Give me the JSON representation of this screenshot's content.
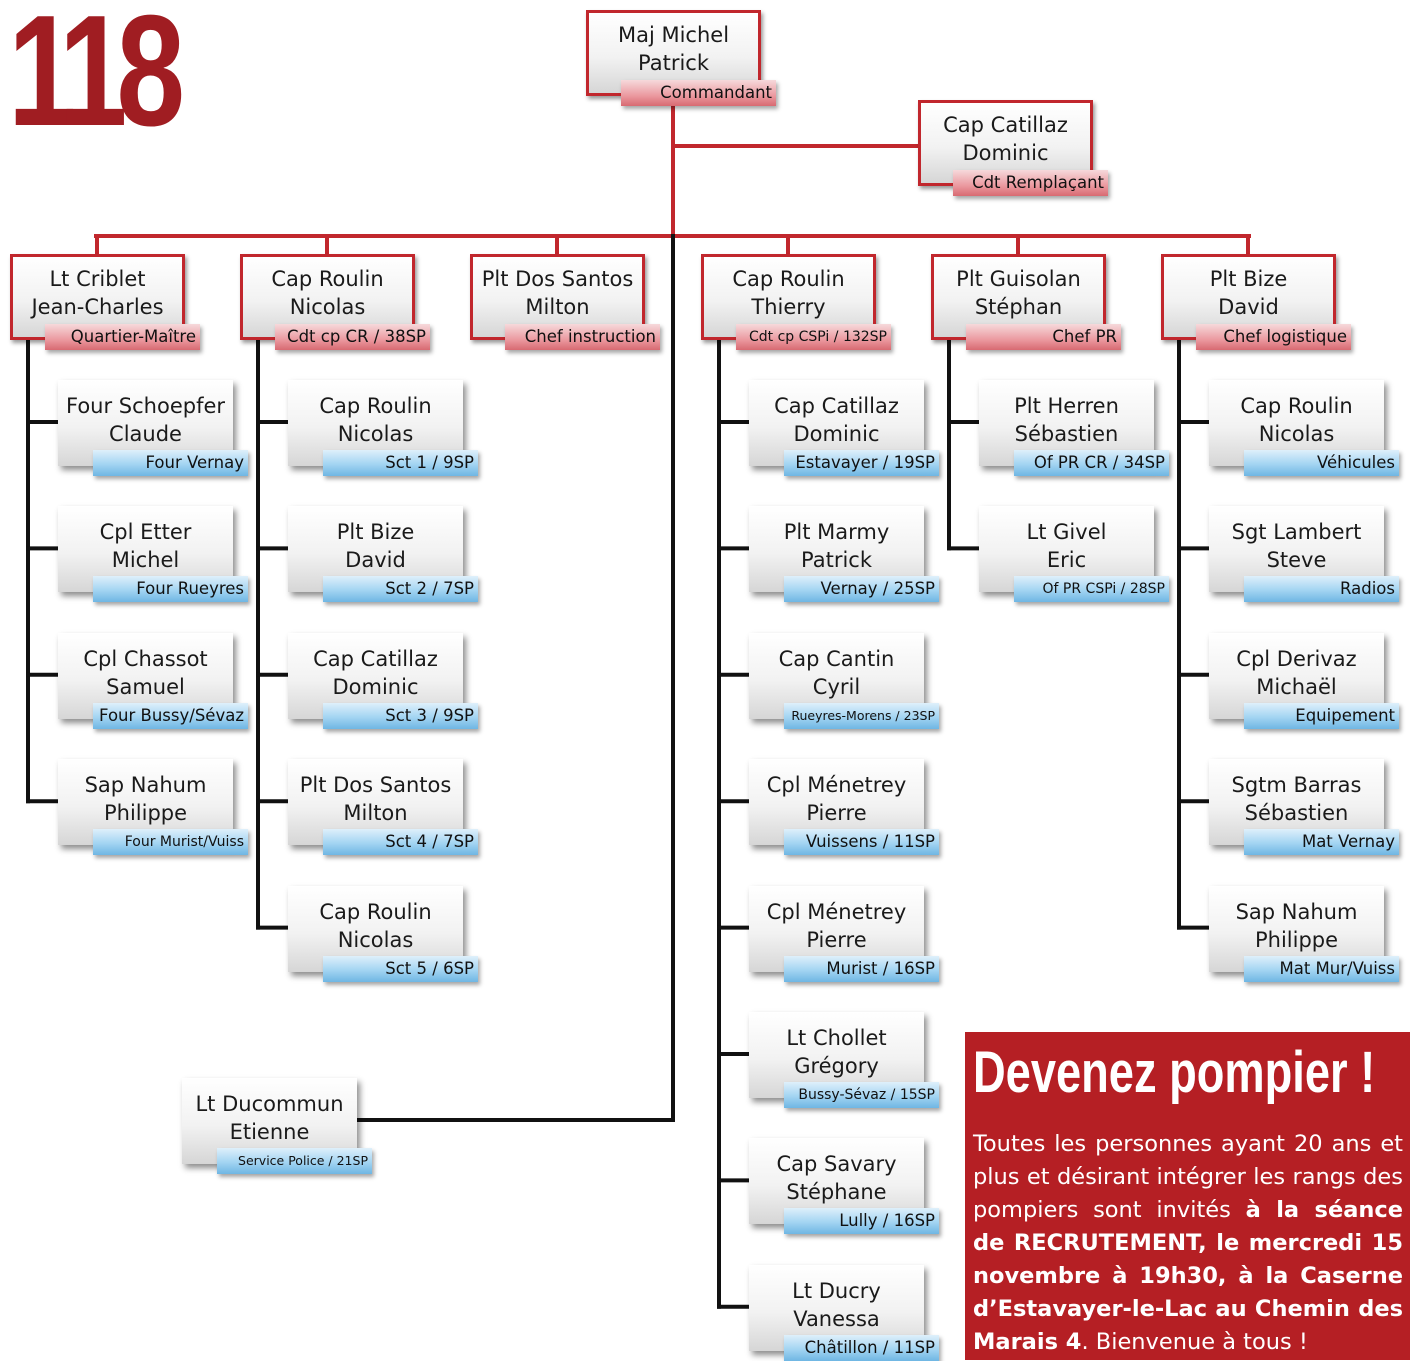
{
  "header": {
    "number": "118"
  },
  "commander": {
    "name": "Maj Michel\nPatrick",
    "role": "Commandant"
  },
  "deputy": {
    "name": "Cap Catillaz\nDominic",
    "role": "Cdt Remplaçant"
  },
  "columns": [
    {
      "head": {
        "name": "Lt Criblet\nJean-Charles",
        "role": "Quartier-Maître"
      },
      "members": [
        {
          "name": "Four Schoepfer\nClaude",
          "role": "Four Vernay"
        },
        {
          "name": "Cpl Etter\nMichel",
          "role": "Four Rueyres"
        },
        {
          "name": "Cpl Chassot\nSamuel",
          "role": "Four Bussy/Sévaz"
        },
        {
          "name": "Sap Nahum\nPhilippe",
          "role": "Four Murist/Vuiss"
        }
      ]
    },
    {
      "head": {
        "name": "Cap Roulin\nNicolas",
        "role": "Cdt cp CR / 38SP"
      },
      "members": [
        {
          "name": "Cap Roulin\nNicolas",
          "role": "Sct 1 / 9SP"
        },
        {
          "name": "Plt Bize\nDavid",
          "role": "Sct 2 / 7SP"
        },
        {
          "name": "Cap Catillaz\nDominic",
          "role": "Sct 3 / 9SP"
        },
        {
          "name": "Plt Dos Santos\nMilton",
          "role": "Sct 4 / 7SP"
        },
        {
          "name": "Cap Roulin\nNicolas",
          "role": "Sct 5 / 6SP"
        }
      ]
    },
    {
      "head": {
        "name": "Plt Dos Santos\nMilton",
        "role": "Chef instruction"
      },
      "members": []
    },
    {
      "head": {
        "name": "Cap Roulin\nThierry",
        "role": "Cdt cp CSPi / 132SP"
      },
      "members": [
        {
          "name": "Cap Catillaz\nDominic",
          "role": "Estavayer / 19SP"
        },
        {
          "name": "Plt Marmy\nPatrick",
          "role": "Vernay / 25SP"
        },
        {
          "name": "Cap Cantin\nCyril",
          "role": "Rueyres-Morens / 23SP"
        },
        {
          "name": "Cpl Ménetrey\nPierre",
          "role": "Vuissens / 11SP"
        },
        {
          "name": "Cpl Ménetrey\nPierre",
          "role": "Murist / 16SP"
        },
        {
          "name": "Lt Chollet\nGrégory",
          "role": "Bussy-Sévaz / 15SP"
        },
        {
          "name": "Cap Savary\nStéphane",
          "role": "Lully / 16SP"
        },
        {
          "name": "Lt Ducry\nVanessa",
          "role": "Châtillon / 11SP"
        }
      ]
    },
    {
      "head": {
        "name": "Plt Guisolan\nStéphan",
        "role": "Chef PR"
      },
      "members": [
        {
          "name": "Plt Herren\nSébastien",
          "role": "Of PR CR / 34SP"
        },
        {
          "name": "Lt Givel\nEric",
          "role": "Of PR CSPi / 28SP"
        }
      ]
    },
    {
      "head": {
        "name": "Plt Bize\nDavid",
        "role": "Chef logistique"
      },
      "members": [
        {
          "name": "Cap Roulin\nNicolas",
          "role": "Véhicules"
        },
        {
          "name": "Sgt Lambert\nSteve",
          "role": "Radios"
        },
        {
          "name": "Cpl Derivaz\nMichaël",
          "role": "Equipement"
        },
        {
          "name": "Sgtm Barras\nSébastien",
          "role": "Mat Vernay"
        },
        {
          "name": "Sap Nahum\nPhilippe",
          "role": "Mat Mur/Vuiss"
        }
      ]
    }
  ],
  "police": {
    "name": "Lt Ducommun\nEtienne",
    "role": "Service Police / 21SP"
  },
  "recruit": {
    "headline": "Devenez pompier !",
    "text_plain": "Toutes les personnes ayant 20 ans et plus et désirant intégrer les rangs des pompiers sont invités ",
    "text_bold": "à la séance de RECRUTEMENT, le mercredi 15 novembre à 19h30, à la Caserne d’Estavayer-le-Lac au Chemin des Marais 4",
    "text_end": ". Bienvenue à tous !"
  },
  "colors": {
    "red": "#c1272d",
    "dark_red": "#a01d22",
    "panel": "#b51f24",
    "blue_tag": "#a3d4f2",
    "pink_tag": "#eb9aa0"
  }
}
